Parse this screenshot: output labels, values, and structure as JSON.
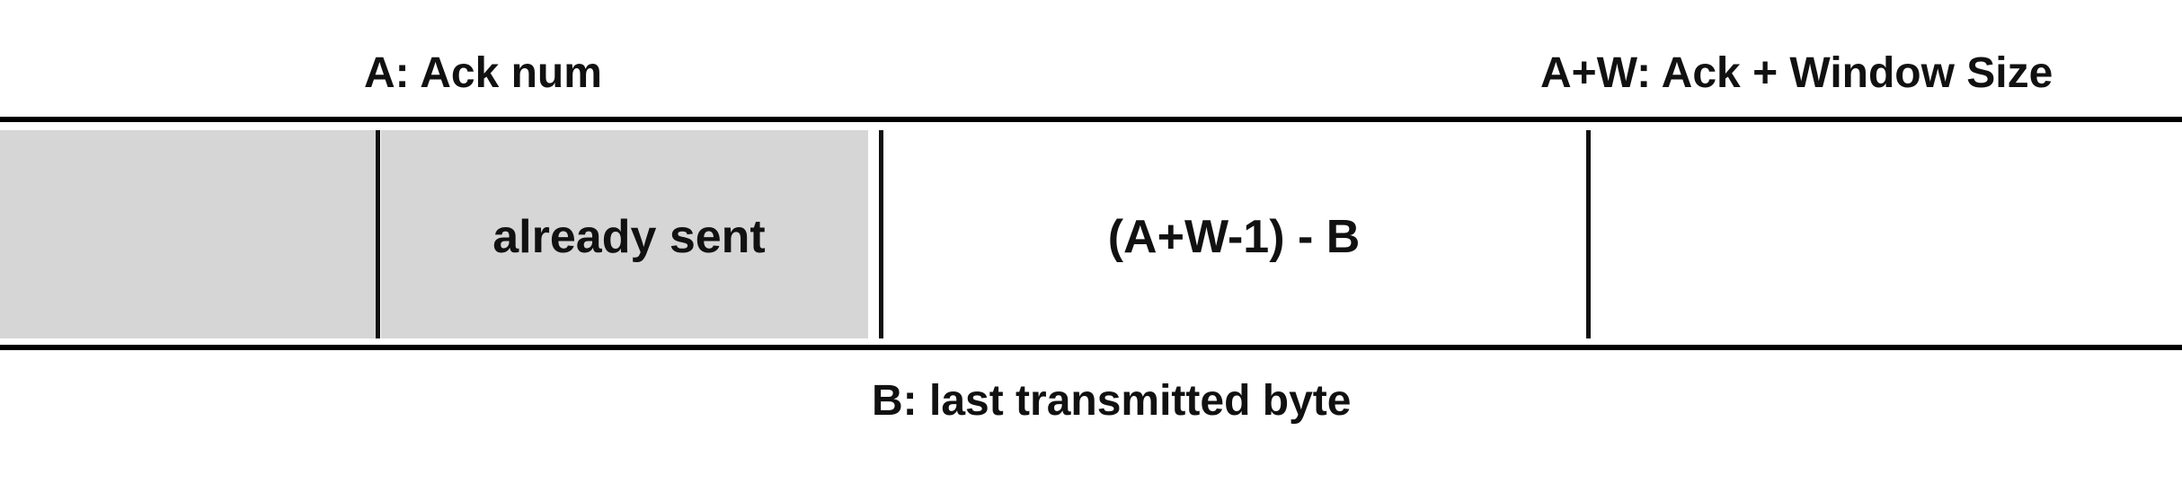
{
  "labels": {
    "ack": "A: Ack num",
    "ack_window": "A+W: Ack + Window Size",
    "last_byte": "B: last transmitted byte"
  },
  "cells": {
    "sent": "already sent",
    "remaining": "(A+W-1) - B"
  },
  "colors": {
    "shaded": "#d6d6d6",
    "line": "#000000",
    "text": "#111111"
  }
}
